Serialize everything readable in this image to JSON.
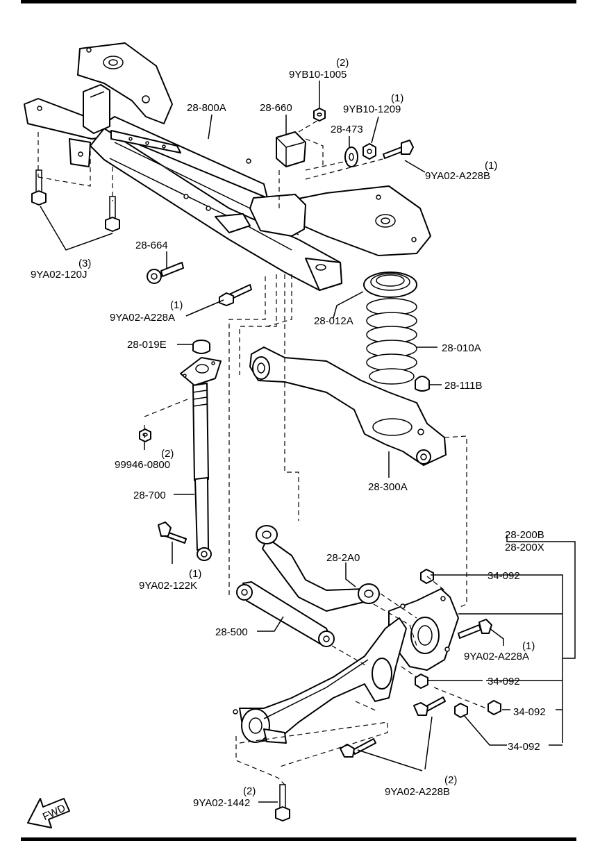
{
  "labels": {
    "qty_9yb10_1005": "(2)",
    "p_9yb10_1005": "9YB10-1005",
    "qty_9yb10_1209": "(1)",
    "p_9yb10_1209": "9YB10-1209",
    "p_28_800a": "28-800A",
    "p_28_660": "28-660",
    "p_28_473": "28-473",
    "qty_9ya02_a228b_top": "(1)",
    "p_9ya02_a228b_top": "9YA02-A228B",
    "qty_9ya02_120j": "(3)",
    "p_9ya02_120j": "9YA02-120J",
    "p_28_664": "28-664",
    "qty_9ya02_a228a_left": "(1)",
    "p_9ya02_a228a_left": "9YA02-A228A",
    "p_28_012a": "28-012A",
    "p_28_019e": "28-019E",
    "p_28_010a": "28-010A",
    "p_28_111b": "28-111B",
    "qty_99946_0800": "(2)",
    "p_99946_0800": "99946-0800",
    "p_28_300a": "28-300A",
    "p_28_700": "28-700",
    "qty_9ya02_122k": "(1)",
    "p_9ya02_122k": "9YA02-122K",
    "p_28_200b": "28-200B",
    "p_28_200x": "28-200X",
    "p_28_2a0": "28-2A0",
    "p_34_092_a": "34-092",
    "p_28_500": "28-500",
    "qty_9ya02_a228a_right": "(1)",
    "p_9ya02_a228a_right": "9YA02-A228A",
    "p_34_092_b": "34-092",
    "p_34_092_c": "34-092",
    "p_34_092_d": "34-092",
    "qty_9ya02_a228b_bottom": "(2)",
    "p_9ya02_a228b_bottom": "9YA02-A228B",
    "qty_9ya02_1442": "(2)",
    "p_9ya02_1442": "9YA02-1442",
    "fwd": "FWD"
  }
}
